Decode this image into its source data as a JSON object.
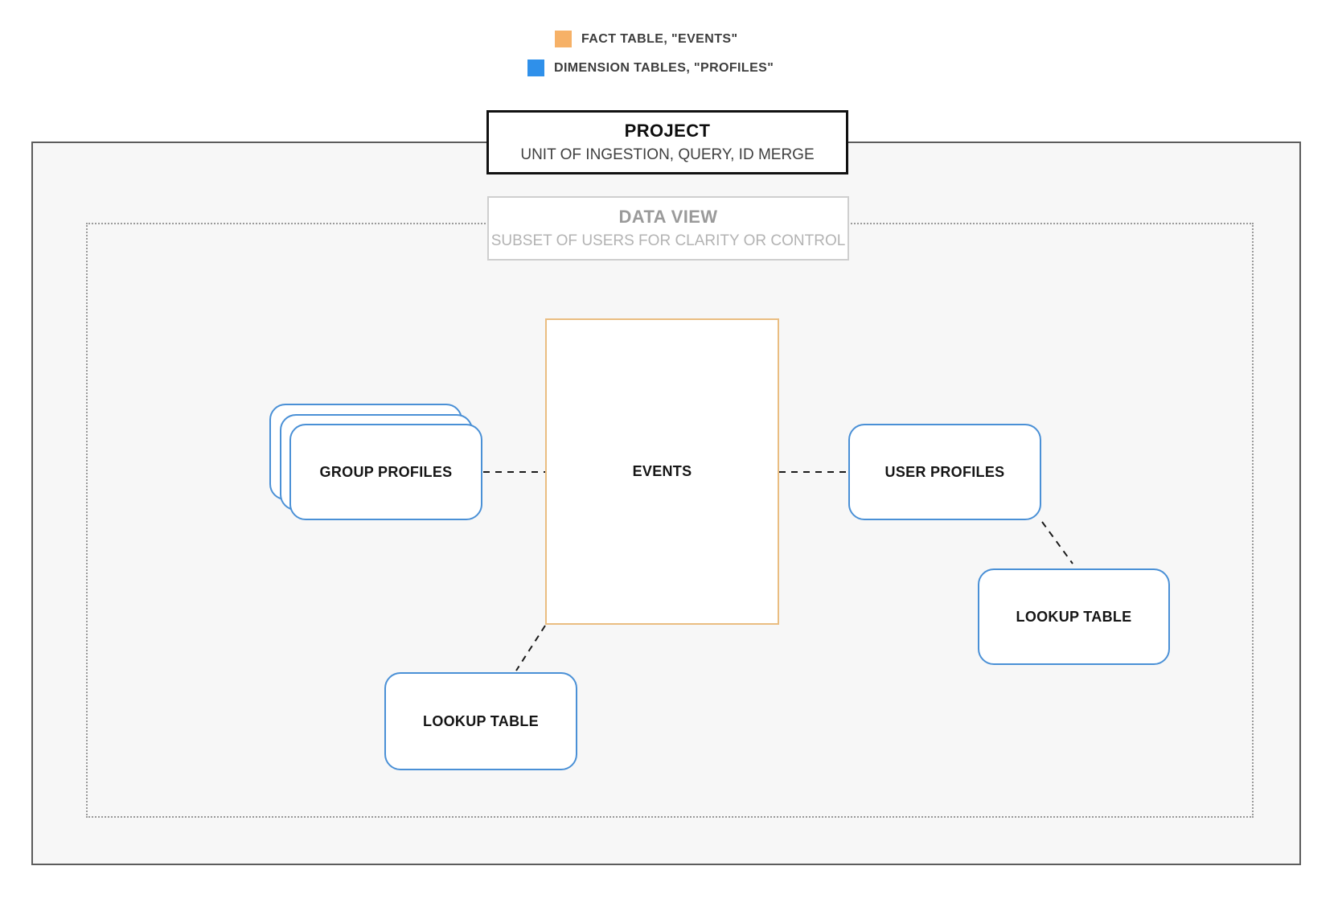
{
  "legend": {
    "items": [
      {
        "name": "fact-table",
        "label": "FACT TABLE, \"EVENTS\"",
        "color": "#f6b167"
      },
      {
        "name": "dimension-tables",
        "label": "DIMENSION TABLES, \"PROFILES\"",
        "color": "#2f90ea"
      }
    ]
  },
  "project": {
    "title": "PROJECT",
    "subtitle": "UNIT OF INGESTION, QUERY, ID MERGE"
  },
  "data_view": {
    "title": "DATA VIEW",
    "subtitle": "SUBSET OF USERS FOR CLARITY OR CONTROL"
  },
  "nodes": {
    "events": {
      "label": "EVENTS",
      "border_color": "#eabd81"
    },
    "group_profiles": {
      "label": "GROUP PROFILES",
      "border_color": "#4a90d6"
    },
    "user_profiles": {
      "label": "USER PROFILES",
      "border_color": "#4a90d6"
    },
    "lookup_table_right": {
      "label": "LOOKUP TABLE",
      "border_color": "#4a90d6"
    },
    "lookup_table_bottom": {
      "label": "LOOKUP TABLE",
      "border_color": "#4a90d6"
    }
  },
  "colors": {
    "outer_border": "#5c5c5c",
    "outer_background": "#f7f7f7",
    "dotted_border": "#9a9a9a",
    "connector": "#1a1a1a"
  }
}
